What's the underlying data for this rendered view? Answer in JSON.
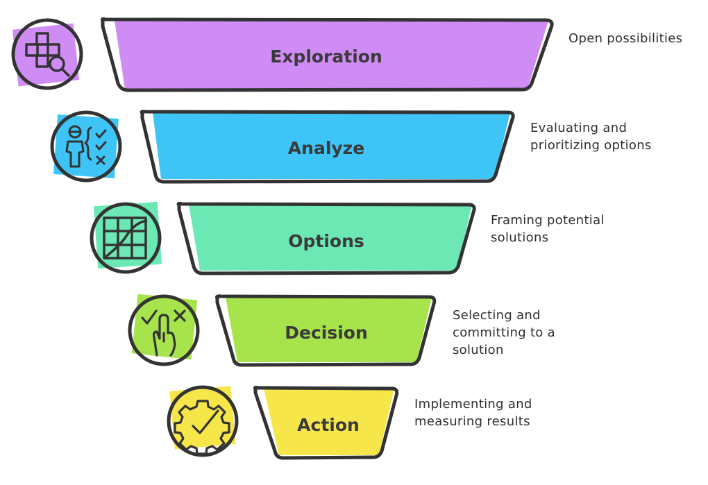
{
  "stages": [
    {
      "label": "Exploration",
      "icon": "puzzle-magnifier-icon",
      "color": "#d08cf5",
      "description": [
        "Open possibilities"
      ]
    },
    {
      "label": "Analyze",
      "icon": "person-checklist-icon",
      "color": "#3fc4f7",
      "description": [
        "Evaluating and",
        "prioritizing options"
      ]
    },
    {
      "label": "Options",
      "icon": "grid-path-icon",
      "color": "#6ce8b5",
      "description": [
        "Framing potential",
        "solutions"
      ]
    },
    {
      "label": "Decision",
      "icon": "hand-check-cross-icon",
      "color": "#a7e34b",
      "description": [
        "Selecting and",
        "committing to a",
        "solution"
      ]
    },
    {
      "label": "Action",
      "icon": "gear-check-icon",
      "color": "#f7e64a",
      "description": [
        "Implementing and",
        "measuring results"
      ]
    }
  ],
  "colors": {
    "outline": "#333333",
    "text": "#3a3a3a"
  }
}
